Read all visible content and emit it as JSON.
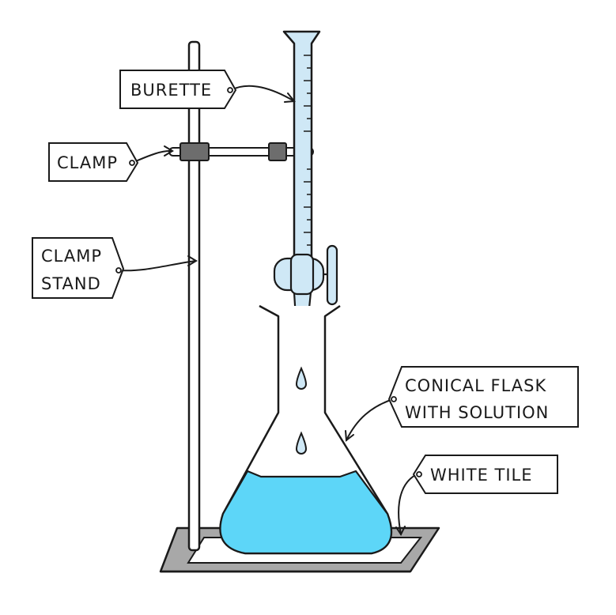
{
  "labels": {
    "burette": "BURETTE",
    "clamp": "CLAMP",
    "clamp_stand_line1": "CLAMP",
    "clamp_stand_line2": "STAND",
    "flask_line1": "CONICAL FLASK",
    "flask_line2": "WITH SOLUTION",
    "white_tile": "WHITE TILE"
  },
  "colors": {
    "outline": "#1a1a1a",
    "solution": "#5dd6f8",
    "burette_liquid": "#cfe8f6",
    "clamp_block": "#6d6d6d",
    "base_plate": "#a8a8a8",
    "tile": "#ffffff"
  }
}
